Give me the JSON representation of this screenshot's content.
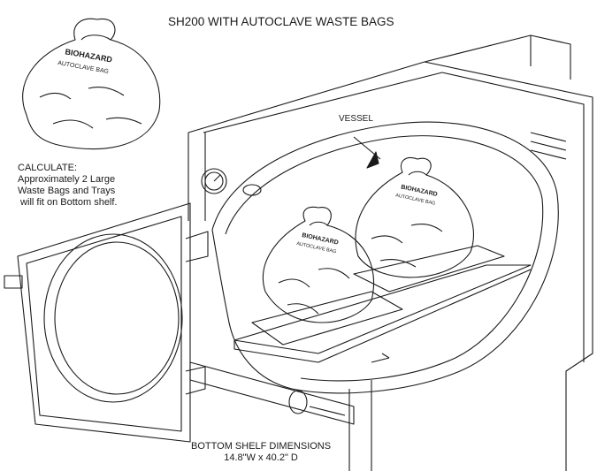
{
  "title": "SH200 WITH AUTOCLAVE WASTE BAGS",
  "calculate": {
    "heading": "CALCULATE:",
    "lines": [
      "Approximately 2 Large",
      "Waste Bags and Trays",
      " will fit on Bottom shelf."
    ]
  },
  "vessel_label": "VESSEL",
  "bottom_shelf": {
    "heading": "BOTTOM SHELF DIMENSIONS",
    "dimensions": "14.8\"W x 40.2\" D"
  },
  "bag_print": {
    "line1": "BIOHAZARD",
    "line2": "AUTOCLAVE BAG"
  },
  "colors": {
    "ink": "#1a1a1a",
    "background": "#ffffff"
  }
}
